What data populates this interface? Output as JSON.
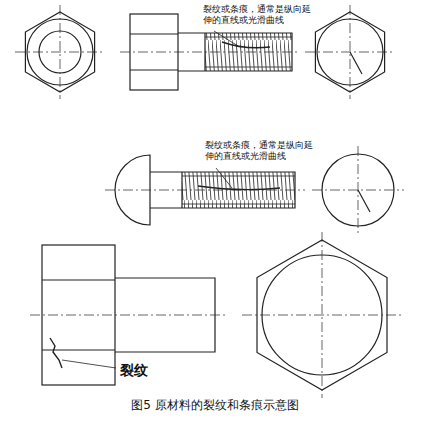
{
  "diagram": {
    "caption": "图5 原材料的裂纹和条痕示意图",
    "labels": [
      "裂纹或条痕，通常是纵向延伸的直线或光滑曲线",
      "裂纹或条痕，通常是纵向延伸的直线或光滑曲线",
      "裂纹"
    ]
  }
}
